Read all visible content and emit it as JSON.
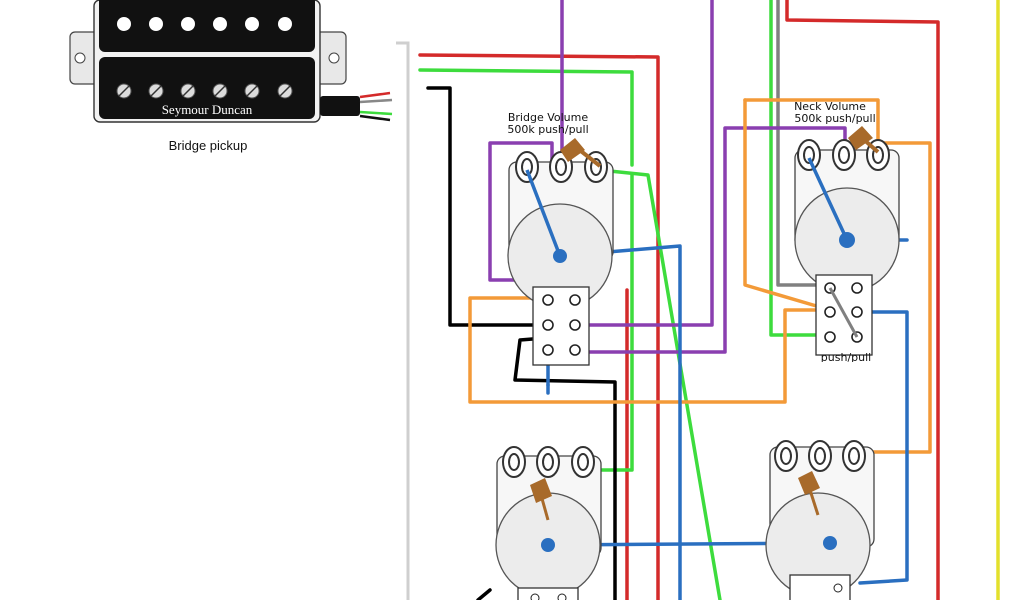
{
  "pickup": {
    "brand": "Seymour Duncan",
    "caption": "Bridge pickup"
  },
  "pots": {
    "bridge_volume": {
      "title": "Bridge Volume",
      "subtitle": "500k push/pull"
    },
    "neck_volume": {
      "title": "Neck Volume",
      "subtitle": "500k push/pull"
    }
  },
  "switch_caption": "push/pull",
  "wire_colors": {
    "red": "#d42a2a",
    "green": "#3ddc3d",
    "black": "#000000",
    "purple": "#8a3fb0",
    "orange": "#f39a38",
    "blue": "#2a6fc0",
    "grey": "#808080",
    "yellow": "#e3e02c",
    "tab": "#a86a2a"
  }
}
